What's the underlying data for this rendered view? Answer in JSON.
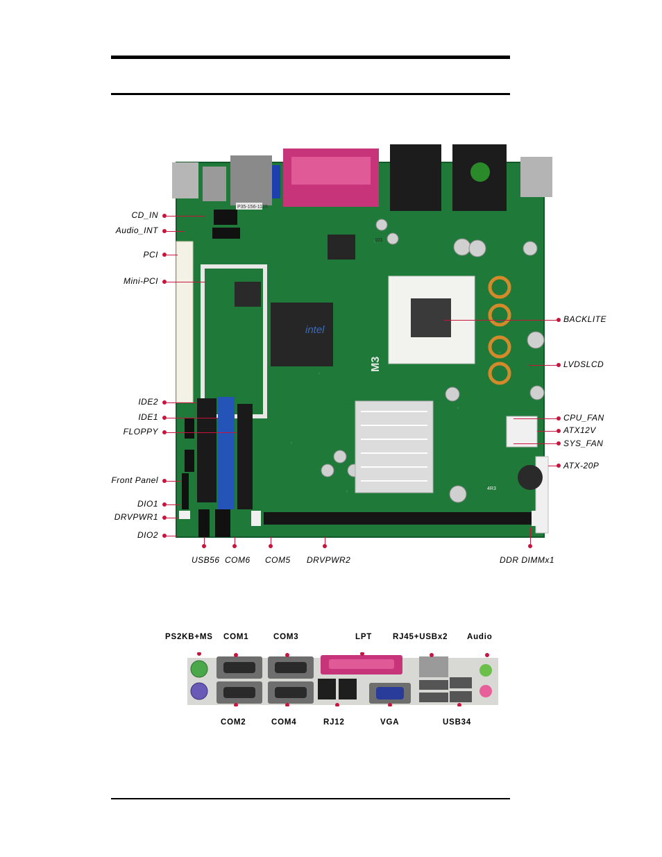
{
  "board": {
    "left_labels": [
      "CD_IN",
      "Audio_INT",
      "PCI",
      "Mini-PCI",
      "IDE2",
      "IDE1",
      "FLOPPY",
      "Front Panel",
      "DIO1",
      "DRVPWR1",
      "DIO2"
    ],
    "right_labels": [
      "BACKLITE",
      "LVDSLCD",
      "CPU_FAN",
      "ATX12V",
      "SYS_FAN",
      "ATX-20P"
    ],
    "bottom_labels": [
      "USB56",
      "COM6",
      "COM5",
      "DRVPWR2",
      "DDR DIMMx1"
    ],
    "chip_text": [
      "intel",
      "M3",
      "P35-156-1129",
      "101",
      "4R3"
    ]
  },
  "io_panel": {
    "top_labels": [
      "PS2KB+MS",
      "COM1",
      "COM3",
      "LPT",
      "RJ45+USBx2",
      "Audio"
    ],
    "bottom_labels": [
      "COM2",
      "COM4",
      "RJ12",
      "VGA",
      "USB34"
    ]
  },
  "colors": {
    "pcb": "#1f7a3a",
    "callout": "#c8143c",
    "parallel_port": "#c8347a",
    "ide_blue": "#2454b8"
  }
}
